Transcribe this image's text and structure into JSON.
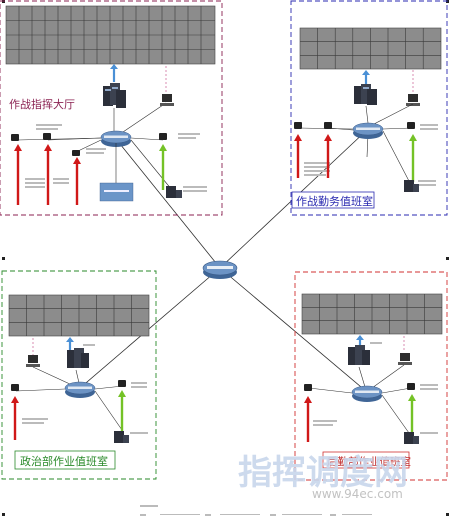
{
  "rooms": {
    "command_hall": {
      "title": "作战指挥大厅",
      "border_color": "#8b2252",
      "title_color": "#8b2252"
    },
    "duty_room": {
      "title": "作战勤务值班室",
      "border_color": "#2a2ab0",
      "title_color": "#2a2ab0"
    },
    "political_room": {
      "title": "政治部作业值班室",
      "border_color": "#2a8a2a",
      "title_color": "#2a8a2a"
    },
    "logistics_room": {
      "title": "后勤部作业值班室",
      "border_color": "#d03030",
      "title_color": "#c03030"
    }
  },
  "watermark": {
    "main": "指挥调度网",
    "sub": "www.94ec.com"
  },
  "colors": {
    "video_wall": "#888888",
    "wall_grid": "#444444",
    "router": "#5a7fb0",
    "red_arrow": "#d01818",
    "green_arrow": "#74c226",
    "blue_arrow": "#4a90d6",
    "pink_dash": "#d070a0",
    "center_line": "#303030",
    "watermark_main": "#c8d6ec",
    "watermark_sub": "#c2c2c2"
  },
  "icons": [
    "router-icon",
    "server-icon",
    "computer-icon",
    "phone-icon",
    "video-wall-icon"
  ]
}
